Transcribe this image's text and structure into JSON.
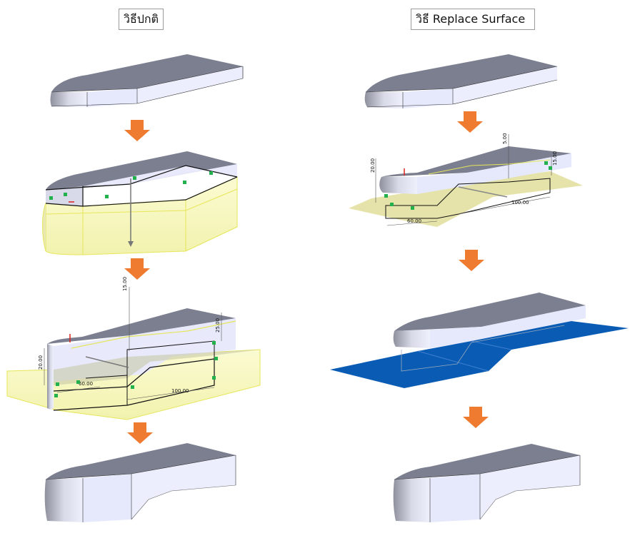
{
  "left_column": {
    "title": "วิธีปกติ"
  },
  "right_column": {
    "title": "วิธี  Replace Surface"
  },
  "dimensions": {
    "left_step3": [
      "15.00",
      "25.00",
      "20.00",
      "60.00",
      "100.00"
    ],
    "right_step2": [
      "20.00",
      "5.00",
      "15.00",
      "60.00",
      "100.00"
    ]
  },
  "colors": {
    "arrow": "#ee7b30",
    "solid_top": "#7c7f90",
    "solid_side": "#e5e8fb",
    "solid_end": "#9ea0b0",
    "extrude_fill": "#ffffc8",
    "sketch_line": "#e6e65a",
    "surface_blue": "#0a5bb4",
    "plane_tan": "#e2e0a0",
    "handle_green": "#22b14c"
  },
  "icons": [
    "arrow-down-icon"
  ]
}
